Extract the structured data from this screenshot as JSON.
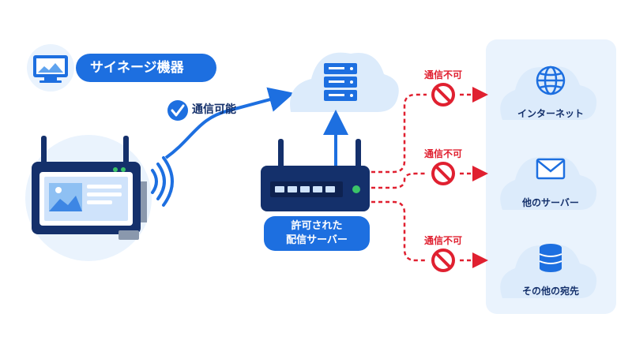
{
  "device": {
    "title": "サイネージ機器",
    "monitor_icon": "monitor-icon",
    "check_icon": "check-circle-icon",
    "allowed_label": "通信可能"
  },
  "router": {
    "label_line1": "許可された",
    "label_line2": "配信サーバー",
    "cloud_icon": "server-rack-icon"
  },
  "blocked": {
    "label": "通信不可",
    "icon": "prohibited-icon"
  },
  "destinations": [
    {
      "label": "インターネット",
      "icon": "globe-icon"
    },
    {
      "label": "他のサーバー",
      "icon": "envelope-icon"
    },
    {
      "label": "その他の宛先",
      "icon": "database-icon"
    }
  ],
  "colors": {
    "primary_blue": "#1d6fe0",
    "dark_navy": "#14306b",
    "light_blue_bg": "#eaf3fd",
    "cloud_bg": "#dcebfb",
    "deny_red": "#e02030",
    "led_green": "#3bc468"
  }
}
